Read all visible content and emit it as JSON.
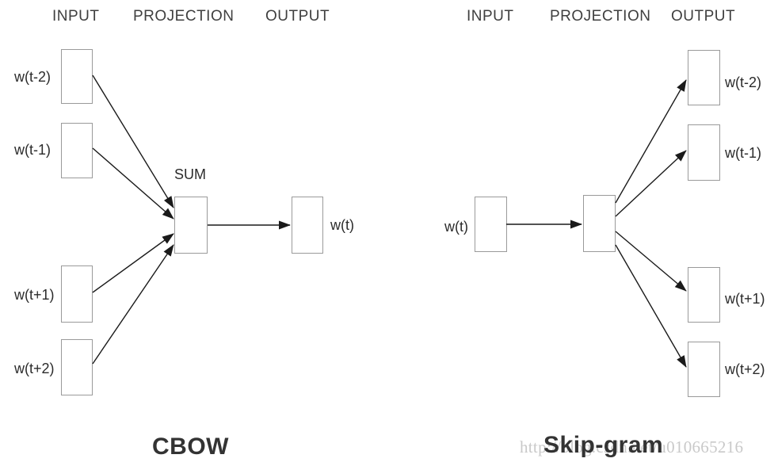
{
  "cbow": {
    "title": "CBOW",
    "headers": {
      "input": "INPUT",
      "projection": "PROJECTION",
      "output": "OUTPUT"
    },
    "sum_label": "SUM",
    "inputs": [
      "w(t-2)",
      "w(t-1)",
      "w(t+1)",
      "w(t+2)"
    ],
    "output": "w(t)"
  },
  "skipgram": {
    "title": "Skip-gram",
    "headers": {
      "input": "INPUT",
      "projection": "PROJECTION",
      "output": "OUTPUT"
    },
    "input": "w(t)",
    "outputs": [
      "w(t-2)",
      "w(t-1)",
      "w(t+1)",
      "w(t+2)"
    ]
  },
  "watermark": {
    "text": "http://blog.csdn.net/u010665216"
  },
  "colors": {
    "background": "#ffffff",
    "box_border": "#9a9a9a",
    "arrow": "#1a1a1a",
    "header_text": "#3f3f3f",
    "label_text": "#2b2b2b",
    "title_text": "#333333",
    "watermark_text": "#c9c9c9"
  }
}
